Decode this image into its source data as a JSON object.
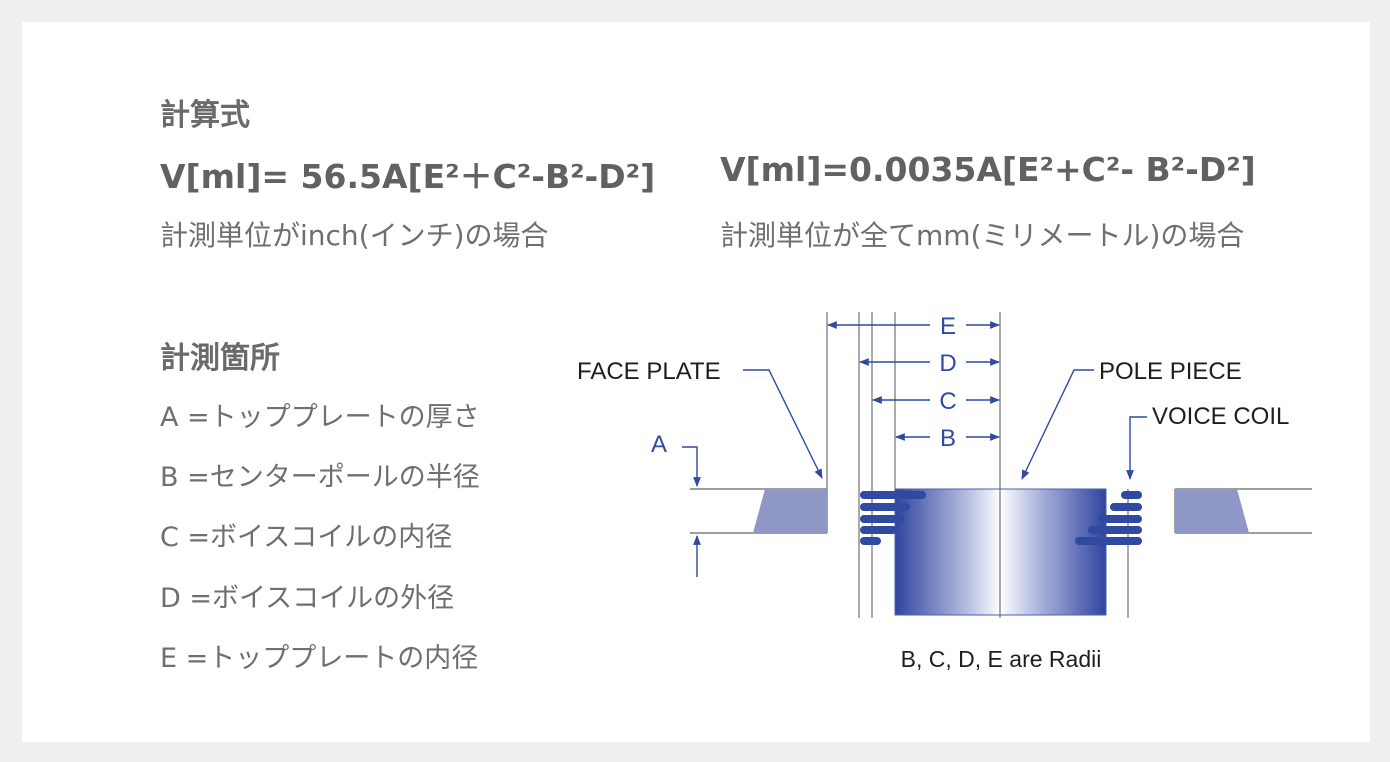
{
  "formula_section": {
    "heading": "計算式",
    "formula_inch": "V[ml]= 56.5A[E²＋C²-B²-D²]",
    "formula_mm": "V[ml]=0.0035A[E²+C²- B²-D²]",
    "desc_inch": "計測単位がinch(インチ)の場合",
    "desc_mm": "計測単位が全てmm(ミリメートル)の場合"
  },
  "measure_section": {
    "heading": "計測箇所",
    "items": [
      "A =トッププレートの厚さ",
      "B =センターポールの半径",
      "C =ボイスコイルの内径",
      "D =ボイスコイルの外径",
      "E =トッププレートの内径"
    ]
  },
  "diagram": {
    "labels": {
      "face_plate": "FACE PLATE",
      "pole_piece": "POLE PIECE",
      "voice_coil": "VOICE COIL",
      "a": "A",
      "b": "B",
      "c": "C",
      "d": "D",
      "e": "E"
    },
    "caption": "B, C, D, E are Radii",
    "colors": {
      "accent": "#2f4aa0",
      "plate_fill": "#8e97c6",
      "line": "#666666"
    }
  }
}
